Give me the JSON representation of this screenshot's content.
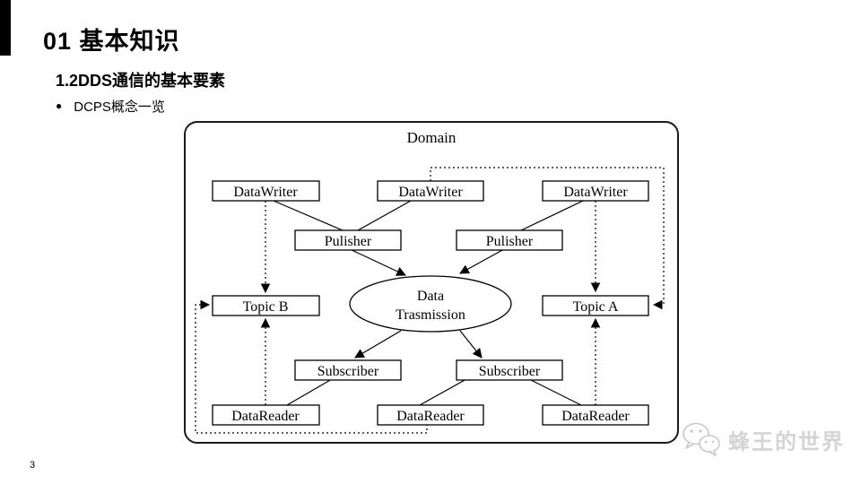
{
  "slide": {
    "title": "01 基本知识",
    "subtitle": "1.2DDS通信的基本要素",
    "bullet_marker": "●",
    "bullet_text": "DCPS概念一览",
    "page_number": "3",
    "watermark_text": "蜂王的世界"
  },
  "colors": {
    "ink": "#000000",
    "watermark_gray": "#d4d4d4",
    "logo_gray": "#c9c9c9"
  },
  "diagram": {
    "domain_label": "Domain",
    "writers": [
      "DataWriter",
      "DataWriter",
      "DataWriter"
    ],
    "publishers": [
      "Pulisher",
      "Pulisher"
    ],
    "topics": {
      "left": "Topic B",
      "right": "Topic A"
    },
    "ellipse": {
      "line1": "Data",
      "line2": "Trasmission"
    },
    "subscribers": [
      "Subscriber",
      "Subscriber"
    ],
    "readers": [
      "DataReader",
      "DataReader",
      "DataReader"
    ]
  }
}
